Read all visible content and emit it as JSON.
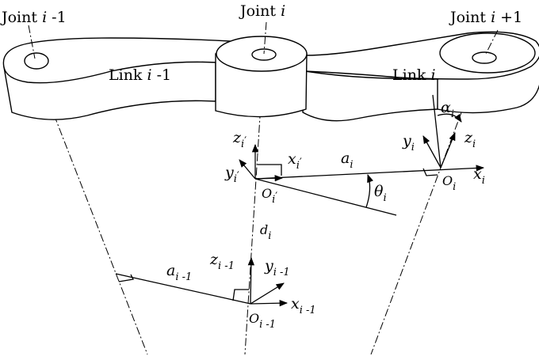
{
  "joints": {
    "prev": {
      "name": "Joint",
      "index": "i",
      "suffix": " -1"
    },
    "curr": {
      "name": "Joint",
      "index": "i",
      "suffix": ""
    },
    "next": {
      "name": "Joint",
      "index": "i",
      "suffix": " +1"
    }
  },
  "links": {
    "prev": {
      "name": "Link",
      "index": "i",
      "suffix": " -1"
    },
    "curr": {
      "name": "Link",
      "index": "i"
    }
  },
  "frame_i_prime": {
    "z": {
      "sym": "z",
      "sub": "i",
      "prime": "′"
    },
    "x": {
      "sym": "x",
      "sub": "i",
      "prime": "′"
    },
    "y": {
      "sym": "y",
      "sub": "i",
      "prime": "′"
    },
    "o": {
      "sym": "O",
      "sub": "i",
      "prime": "′"
    }
  },
  "frame_i": {
    "z": {
      "sym": "z",
      "sub": "i"
    },
    "x": {
      "sym": "x",
      "sub": "i"
    },
    "y": {
      "sym": "y",
      "sub": "i"
    },
    "o": {
      "sym": "O",
      "sub": "i"
    }
  },
  "frame_i_minus_1": {
    "z": {
      "sym": "z",
      "sub": "i -1"
    },
    "x": {
      "sym": "x",
      "sub": "i -1"
    },
    "y": {
      "sym": "y",
      "sub": "i -1"
    },
    "o": {
      "sym": "O",
      "sub": "i -1"
    }
  },
  "params": {
    "a_i": {
      "sym": "a",
      "sub": "i"
    },
    "a_i_minus_1": {
      "sym": "a",
      "sub": "i -1"
    },
    "d_i": {
      "sym": "d",
      "sub": "i"
    },
    "theta_i": {
      "sym": "θ",
      "sub": "i"
    },
    "alpha_i": {
      "sym": "α",
      "sub": "i"
    }
  }
}
